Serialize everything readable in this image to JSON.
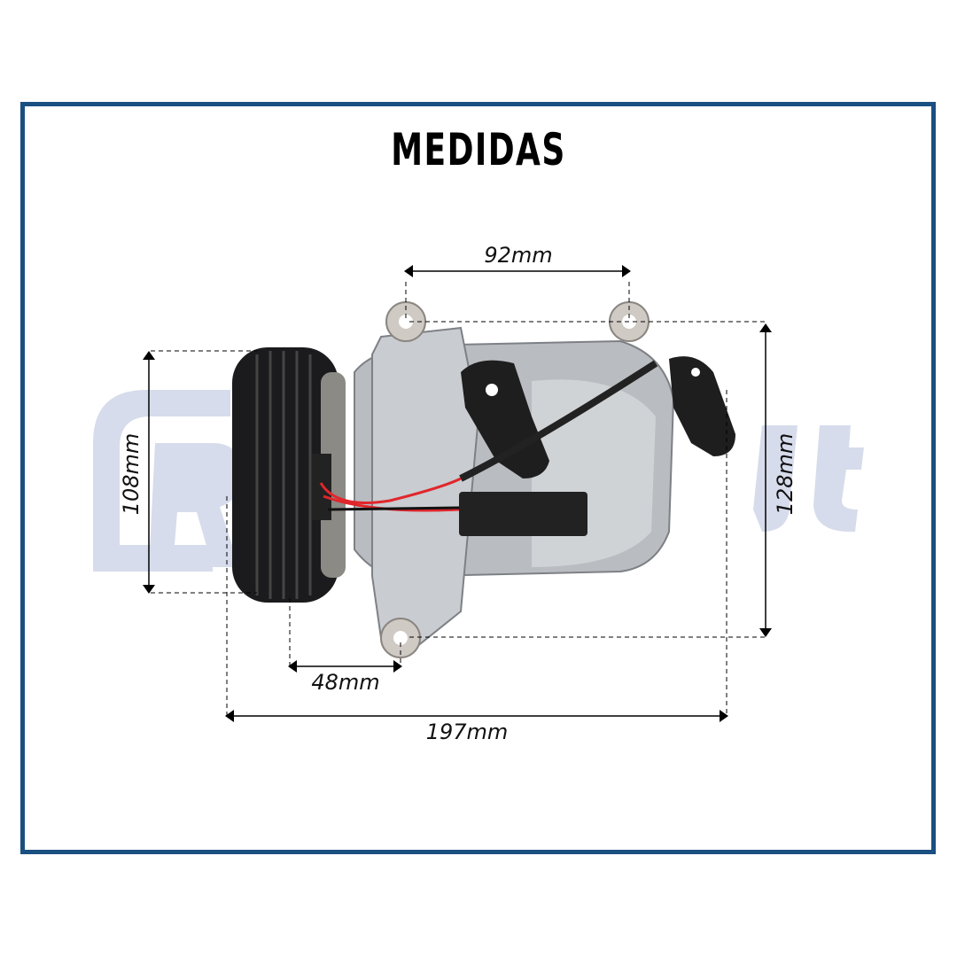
{
  "title": "MEDIDAS",
  "watermark": "Refrijet",
  "colors": {
    "frame": "#1a4f82",
    "watermark": "#d7dcec"
  },
  "dimensions": {
    "top_mounting_spacing": "92mm",
    "height_mounts": "128mm",
    "pulley_diameter": "108mm",
    "pulley_to_mount": "48mm",
    "overall_length": "197mm"
  }
}
